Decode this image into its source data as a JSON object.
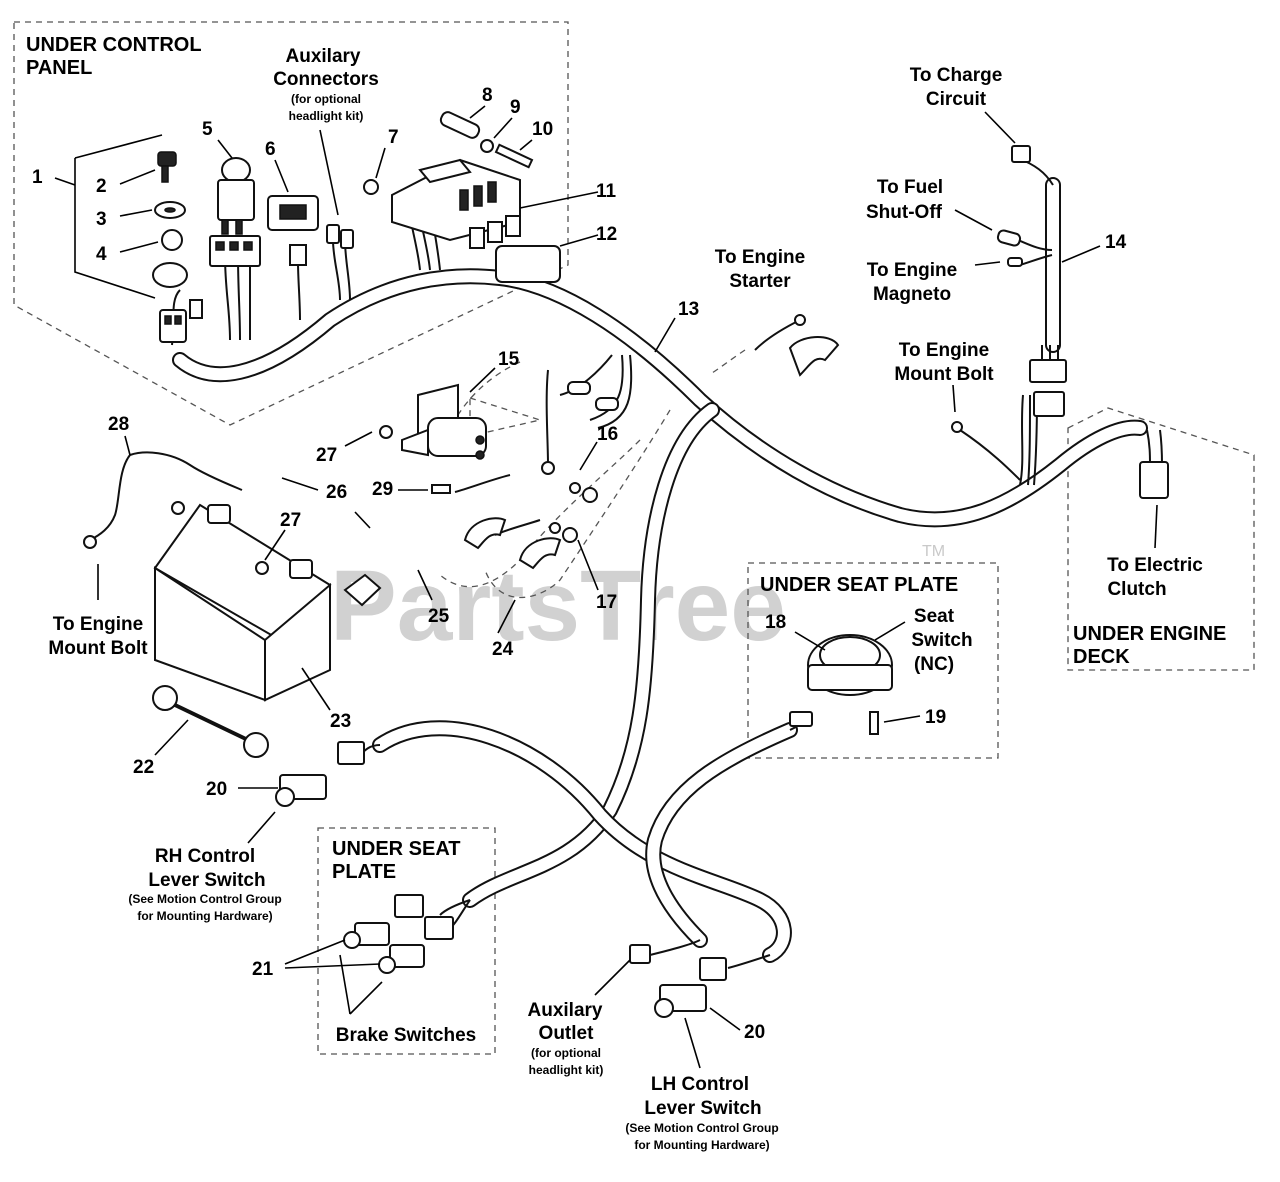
{
  "watermark": {
    "text": "PartsTree",
    "tm": "TM"
  },
  "boxes": {
    "control_panel": "UNDER CONTROL PANEL",
    "seat_plate_right": "UNDER SEAT PLATE",
    "seat_plate_left": "UNDER SEAT PLATE",
    "engine_deck": "UNDER ENGINE DECK"
  },
  "part_numbers": {
    "p1": "1",
    "p2": "2",
    "p3": "3",
    "p4": "4",
    "p5": "5",
    "p6": "6",
    "p7": "7",
    "p8": "8",
    "p9": "9",
    "p10": "10",
    "p11": "11",
    "p12": "12",
    "p13": "13",
    "p14": "14",
    "p15": "15",
    "p16": "16",
    "p17": "17",
    "p18": "18",
    "p19": "19",
    "p20a": "20",
    "p20b": "20",
    "p21": "21",
    "p22": "22",
    "p23": "23",
    "p24": "24",
    "p25": "25",
    "p26": "26",
    "p27a": "27",
    "p27b": "27",
    "p28": "28",
    "p29": "29"
  },
  "callouts": {
    "aux_connectors": {
      "line1": "Auxilary",
      "line2": "Connectors",
      "note1": "(for optional",
      "note2": "headlight kit)"
    },
    "charge_circuit": {
      "line1": "To Charge",
      "line2": "Circuit"
    },
    "fuel_shutoff": {
      "line1": "To Fuel",
      "line2": "Shut-Off"
    },
    "engine_magneto": {
      "line1": "To Engine",
      "line2": "Magneto"
    },
    "engine_starter": {
      "line1": "To Engine",
      "line2": "Starter"
    },
    "engine_mount_bolt_right": {
      "line1": "To Engine",
      "line2": "Mount Bolt"
    },
    "engine_mount_bolt_left": {
      "line1": "To Engine",
      "line2": "Mount Bolt"
    },
    "electric_clutch": {
      "line1": "To Electric",
      "line2": "Clutch"
    },
    "seat_switch": {
      "line1": "Seat",
      "line2": "Switch",
      "line3": "(NC)"
    },
    "rh_lever": {
      "line1": "RH Control",
      "line2": "Lever Switch",
      "note1": "(See Motion Control Group",
      "note2": "for Mounting Hardware)"
    },
    "lh_lever": {
      "line1": "LH Control",
      "line2": "Lever Switch",
      "note1": "(See Motion Control Group",
      "note2": "for Mounting Hardware)"
    },
    "aux_outlet": {
      "line1": "Auxilary",
      "line2": "Outlet",
      "note1": "(for optional",
      "note2": "headlight kit)"
    },
    "brake_switches": {
      "line1": "Brake Switches"
    }
  }
}
